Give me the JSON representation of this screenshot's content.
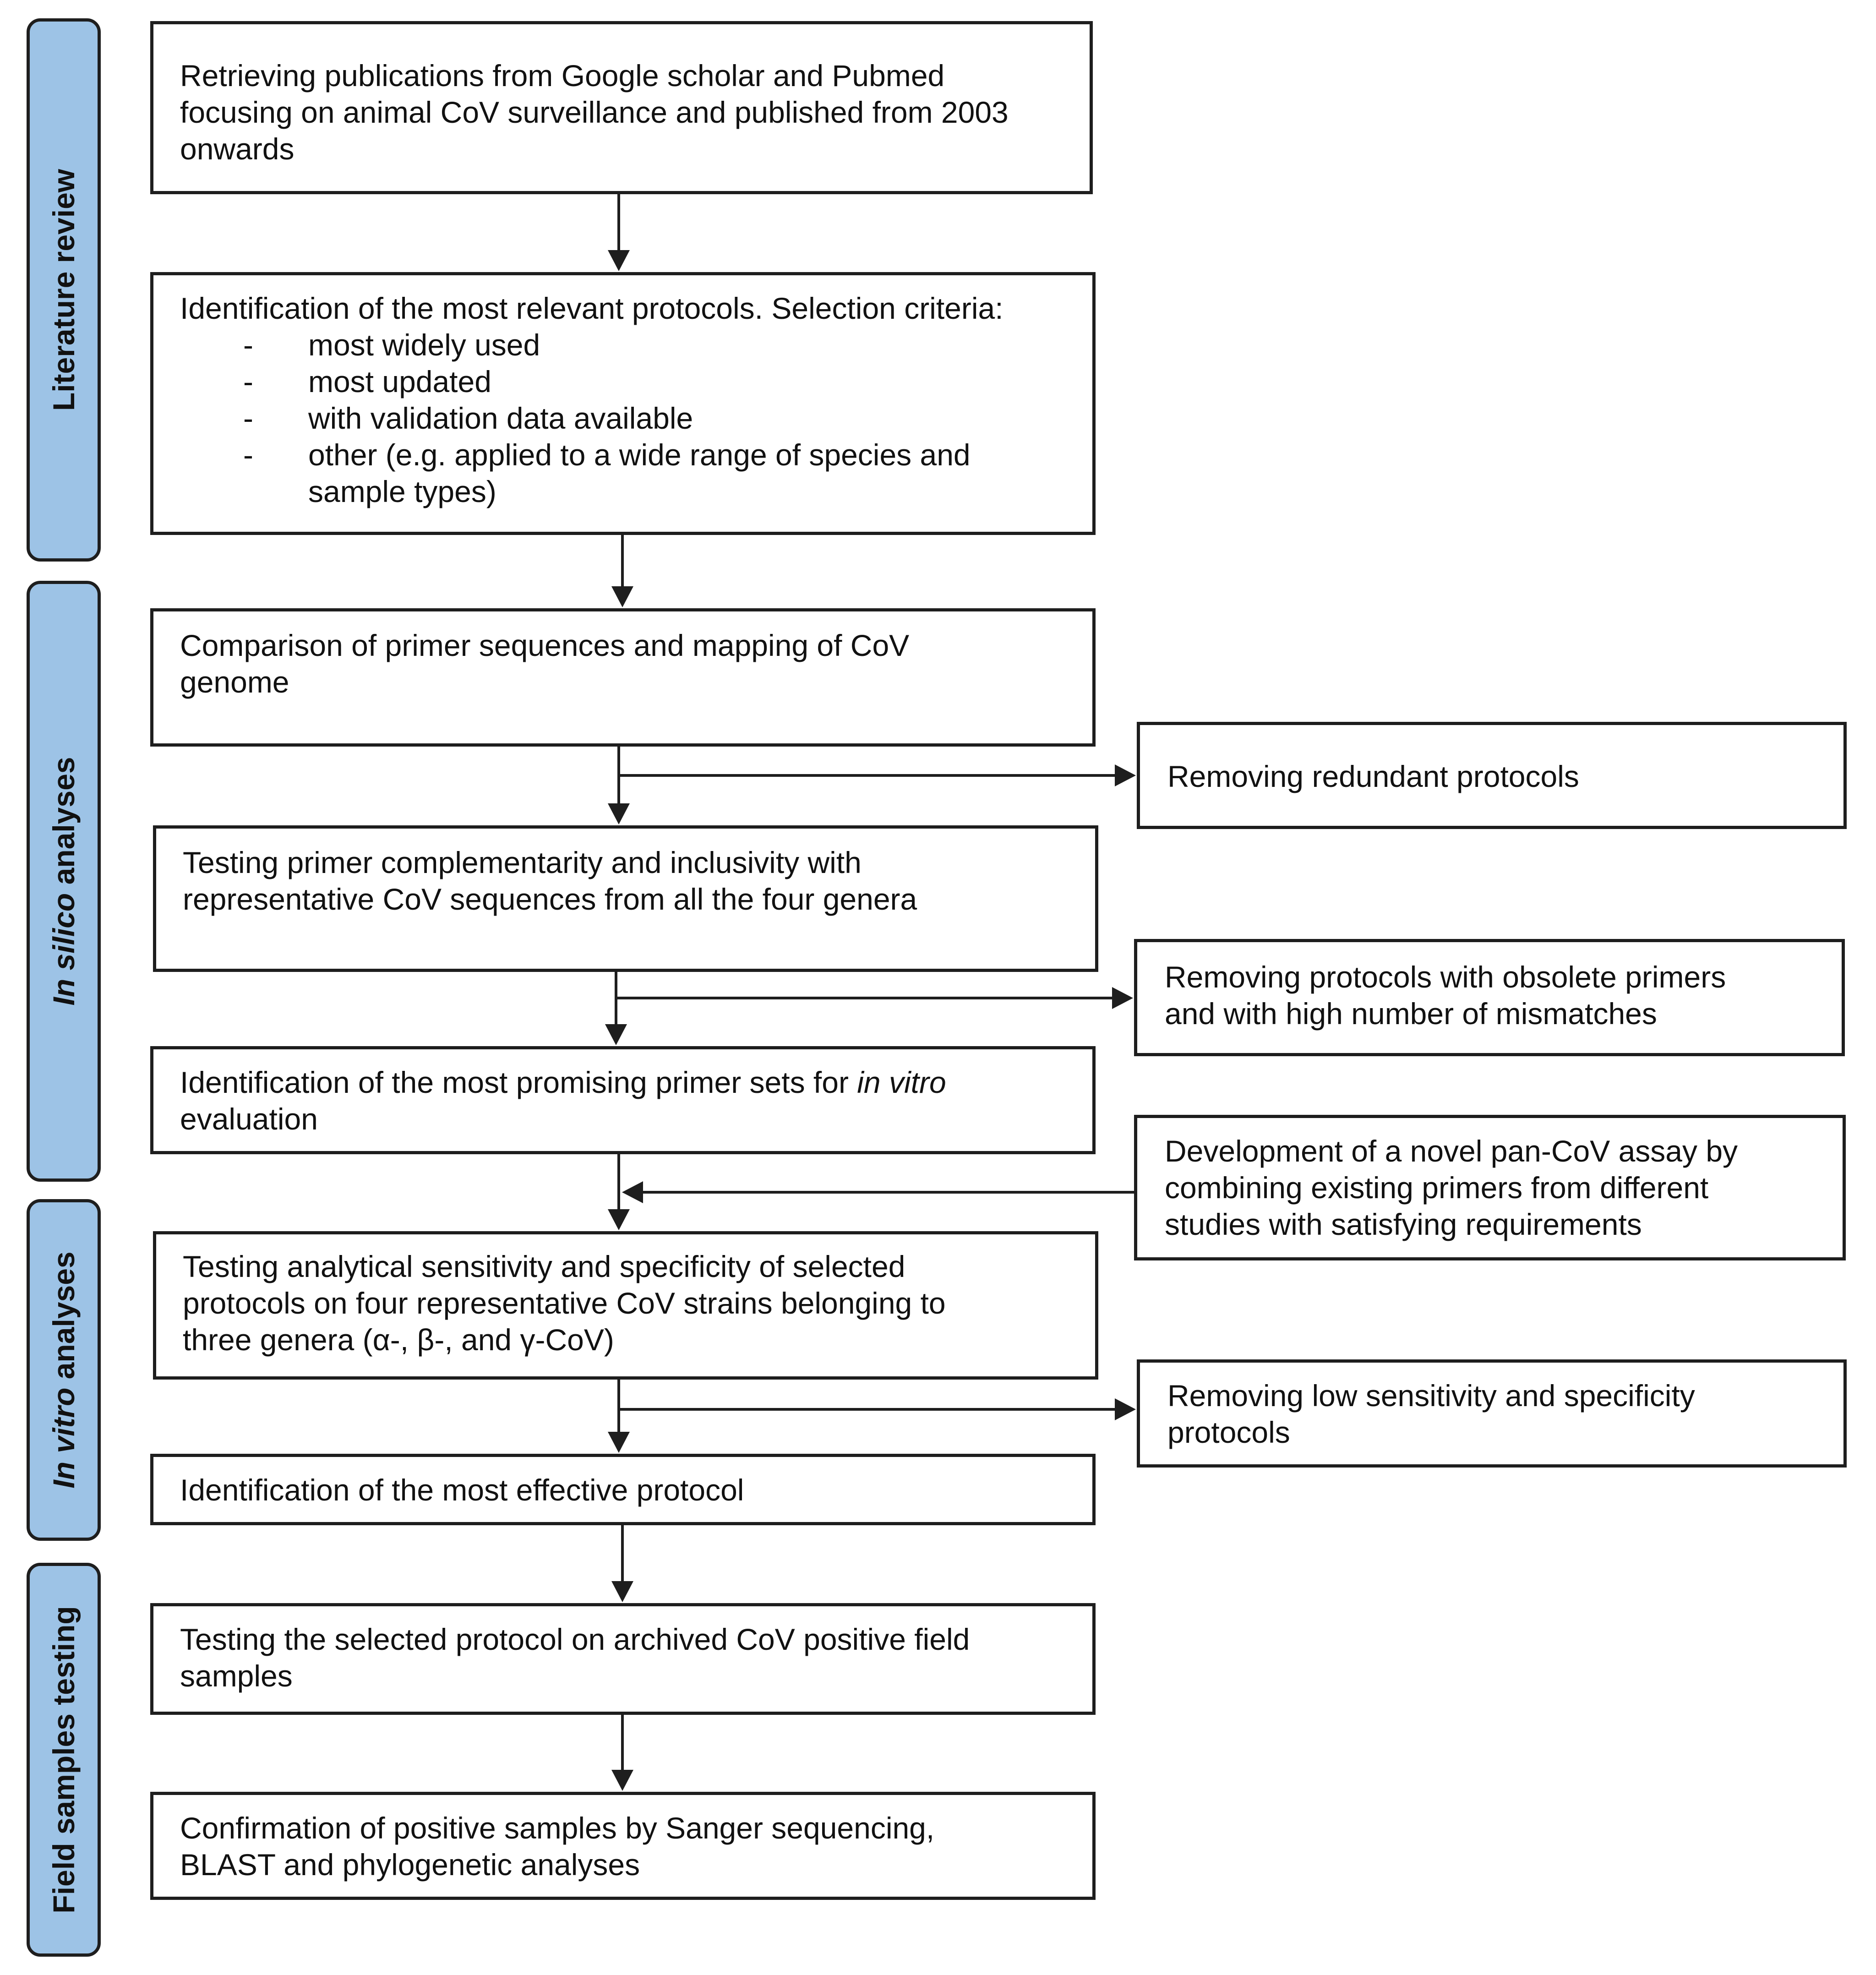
{
  "phases": {
    "literature": {
      "label": "Literature review"
    },
    "in_silico": {
      "italic": "In silico",
      "rest": " analyses"
    },
    "in_vitro": {
      "italic": "In vitro",
      "rest": " analyses"
    },
    "field": {
      "label": "Field samples testing"
    }
  },
  "steps": {
    "retrieve": {
      "lines": [
        "Retrieving publications from Google scholar and Pubmed",
        "focusing on animal CoV surveillance and published from 2003",
        "onwards"
      ]
    },
    "identify_protocols": {
      "heading": "Identification of the most relevant protocols. Selection criteria:",
      "bullet": "-",
      "criteria": [
        "most widely used",
        "most updated",
        "with validation data available",
        "other (e.g. applied to a wide range of species and"
      ],
      "criteria_cont": "sample types)"
    },
    "compare": {
      "lines": [
        "Comparison of primer sequences and mapping of CoV",
        "genome"
      ]
    },
    "testing_primer": {
      "lines": [
        "Testing primer complementarity and inclusivity with",
        "representative CoV sequences from all the four genera"
      ]
    },
    "promising": {
      "line1_before": "Identification of the most promising primer sets for ",
      "line1_italic": "in vitro",
      "line2": "evaluation"
    },
    "sensitivity": {
      "lines": [
        "Testing analytical sensitivity and specificity of selected",
        "protocols on four representative CoV strains belonging to",
        "three genera (α-, β-, and γ-CoV)"
      ]
    },
    "effective": {
      "lines": [
        "Identification of the most effective protocol"
      ]
    },
    "field_test": {
      "lines": [
        "Testing the selected protocol on archived CoV positive field",
        "samples"
      ]
    },
    "confirm": {
      "lines": [
        "Confirmation of positive samples by Sanger sequencing,",
        "BLAST and phylogenetic analyses"
      ]
    }
  },
  "side_steps": {
    "redundant": {
      "lines": [
        "Removing redundant protocols"
      ]
    },
    "obsolete": {
      "lines": [
        "Removing protocols with obsolete primers",
        "and with high number of mismatches"
      ]
    },
    "novel": {
      "lines": [
        "Development of a novel pan-CoV assay by",
        "combining existing primers from different",
        "studies with satisfying requirements"
      ]
    },
    "low_sensitivity": {
      "lines": [
        "Removing low sensitivity and specificity",
        "protocols"
      ]
    }
  }
}
